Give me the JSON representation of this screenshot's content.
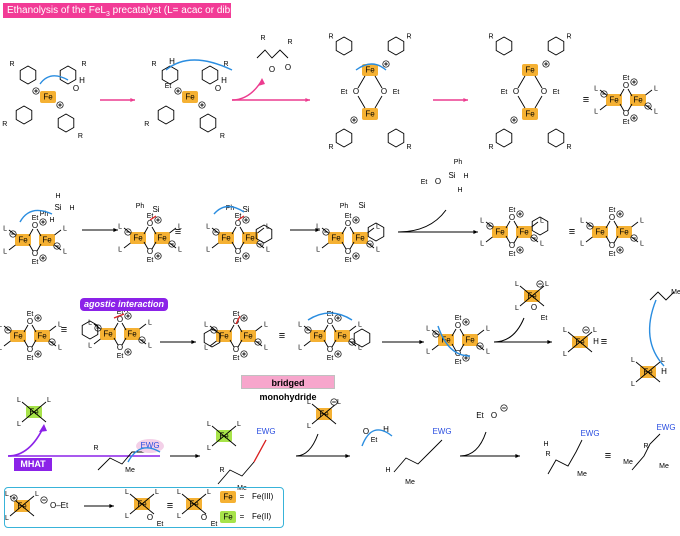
{
  "title": "Ethanolysis of the FeL",
  "title_sub": "3",
  "title_rest": " precatalyst (L= acac or dibm)",
  "labels": {
    "fe": "Fe",
    "r": "R",
    "o": "O",
    "l": "L",
    "h": "H",
    "et": "Et",
    "si": "Si",
    "ph": "Ph",
    "me": "Me",
    "ewg": "EWG",
    "equiv": "≡",
    "oet": "O–Et",
    "eto": "Et–O",
    "feh": "Fe–H"
  },
  "tags": {
    "agostic": "agostic interaction",
    "bridged": "bridged monohydride",
    "mhat": "MHAT"
  },
  "legend": {
    "fe3": "Fe(III)",
    "fe2": "Fe(II)",
    "eq": "="
  },
  "colors": {
    "fe3": "#f5b133",
    "fe2": "#a7e34a",
    "arrow_pink": "#ec3c8f",
    "curly_blue": "#2a8de0",
    "bond_red": "#e02020",
    "ewg_blue": "#2a4ee0",
    "purple": "#8b22e8"
  }
}
